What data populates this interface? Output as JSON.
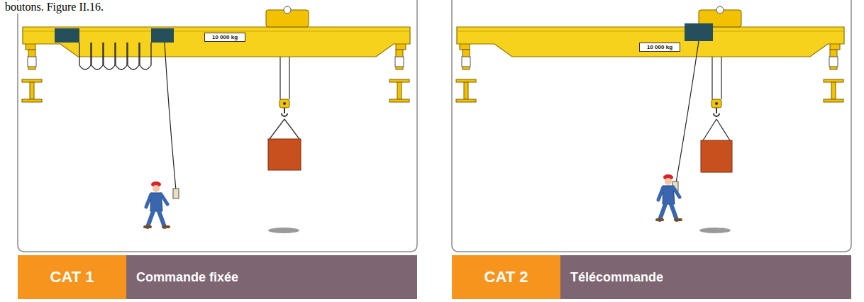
{
  "diagram": {
    "nodes": [
      {
        "text": [
          "10 000 kg"
        ]
      },
      {
        "text": [
          "CAT 1"
        ]
      },
      {
        "text": [
          "Commande fixée"
        ]
      },
      {
        "text": [
          "10 000 kg"
        ]
      },
      {
        "text": [
          "CAT 2"
        ]
      },
      {
        "text": [
          "Télécommande"
        ]
      }
    ],
    "labels": [
      "boutons. Figure II.16."
    ]
  }
}
